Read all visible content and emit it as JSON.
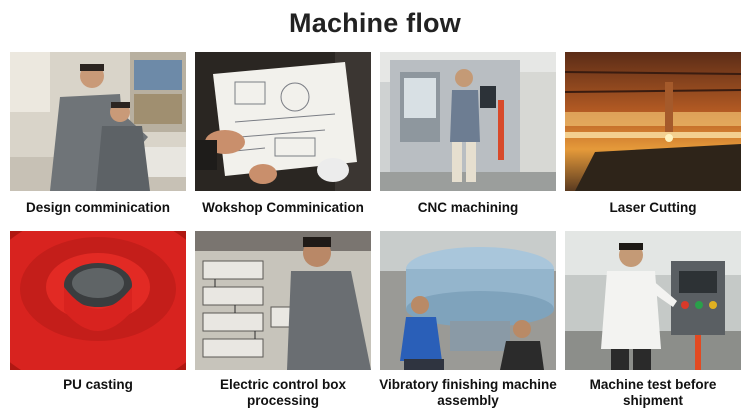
{
  "page": {
    "title": "Machine flow"
  },
  "steps": [
    {
      "caption": "Design comminication",
      "scene": "office-engineers-photo"
    },
    {
      "caption": "Wokshop Comminication",
      "scene": "drawing-blueprint-photo"
    },
    {
      "caption": "CNC machining",
      "scene": "cnc-machine-photo"
    },
    {
      "caption": "Laser Cutting",
      "scene": "laser-cutting-photo"
    },
    {
      "caption": "PU casting",
      "scene": "pu-bowl-photo"
    },
    {
      "caption": "Electric control box processing",
      "scene": "control-box-wiring-photo"
    },
    {
      "caption": "Vibratory finishing machine assembly",
      "scene": "machine-assembly-photo"
    },
    {
      "caption": "Machine test before shipment",
      "scene": "machine-test-photo"
    }
  ],
  "colors": {
    "caption_text": "#111111",
    "title_text": "#222222",
    "pu_red": "#d8231f",
    "machine_blue": "#a9c6db"
  }
}
